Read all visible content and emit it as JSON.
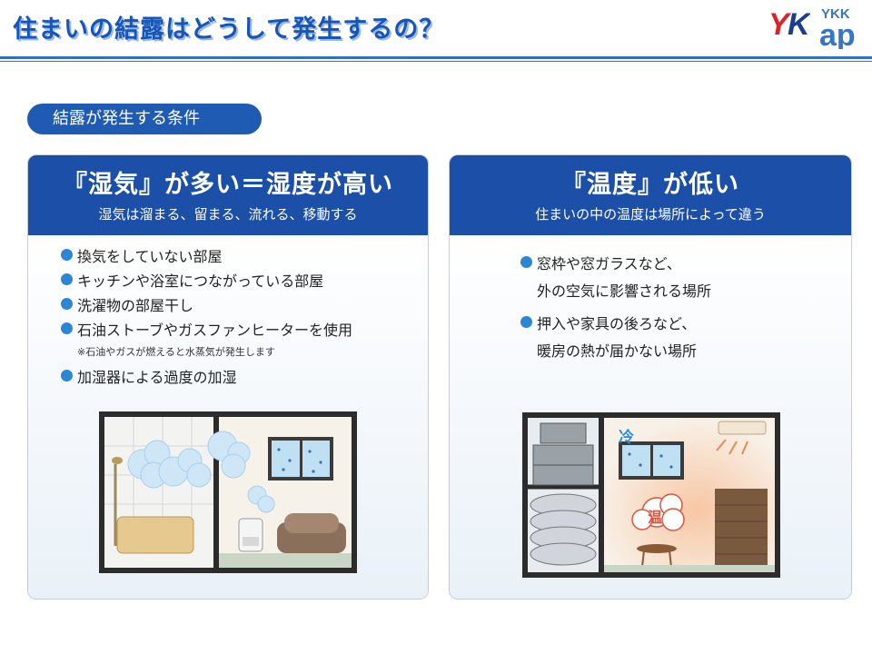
{
  "title": "住まいの結露はどうして発生するの？",
  "logos": {
    "yk": "YK",
    "ykk": "YKK",
    "ap": "ap"
  },
  "section_label": "結露が発生する条件",
  "left_panel": {
    "heading": "『湿気』が多い＝湿度が高い",
    "subheading": "湿気は溜まる、留まる、流れる、移動する",
    "items": [
      "換気をしていない部屋",
      "キッチンや浴室につながっている部屋",
      "洗濯物の部屋干し",
      "石油ストーブやガスファンヒーターを使用",
      "加湿器による過度の加湿"
    ],
    "note": "※石油やガスが燃えると水蒸気が発生します"
  },
  "right_panel": {
    "heading": "『温度』が低い",
    "subheading": "住まいの中の温度は場所によって違う",
    "items": [
      {
        "line1": "窓枠や窓ガラスなど、",
        "line2": "外の空気に影響される場所"
      },
      {
        "line1": "押入や家具の後ろなど、",
        "line2": "暖房の熱が届かない場所"
      }
    ],
    "label_cold": "冷",
    "label_warm": "温"
  },
  "colors": {
    "title_blue": "#1656b8",
    "panel_header": "#1c4fa8",
    "bullet": "#2b86d4",
    "pill": "#1f5bb3"
  }
}
